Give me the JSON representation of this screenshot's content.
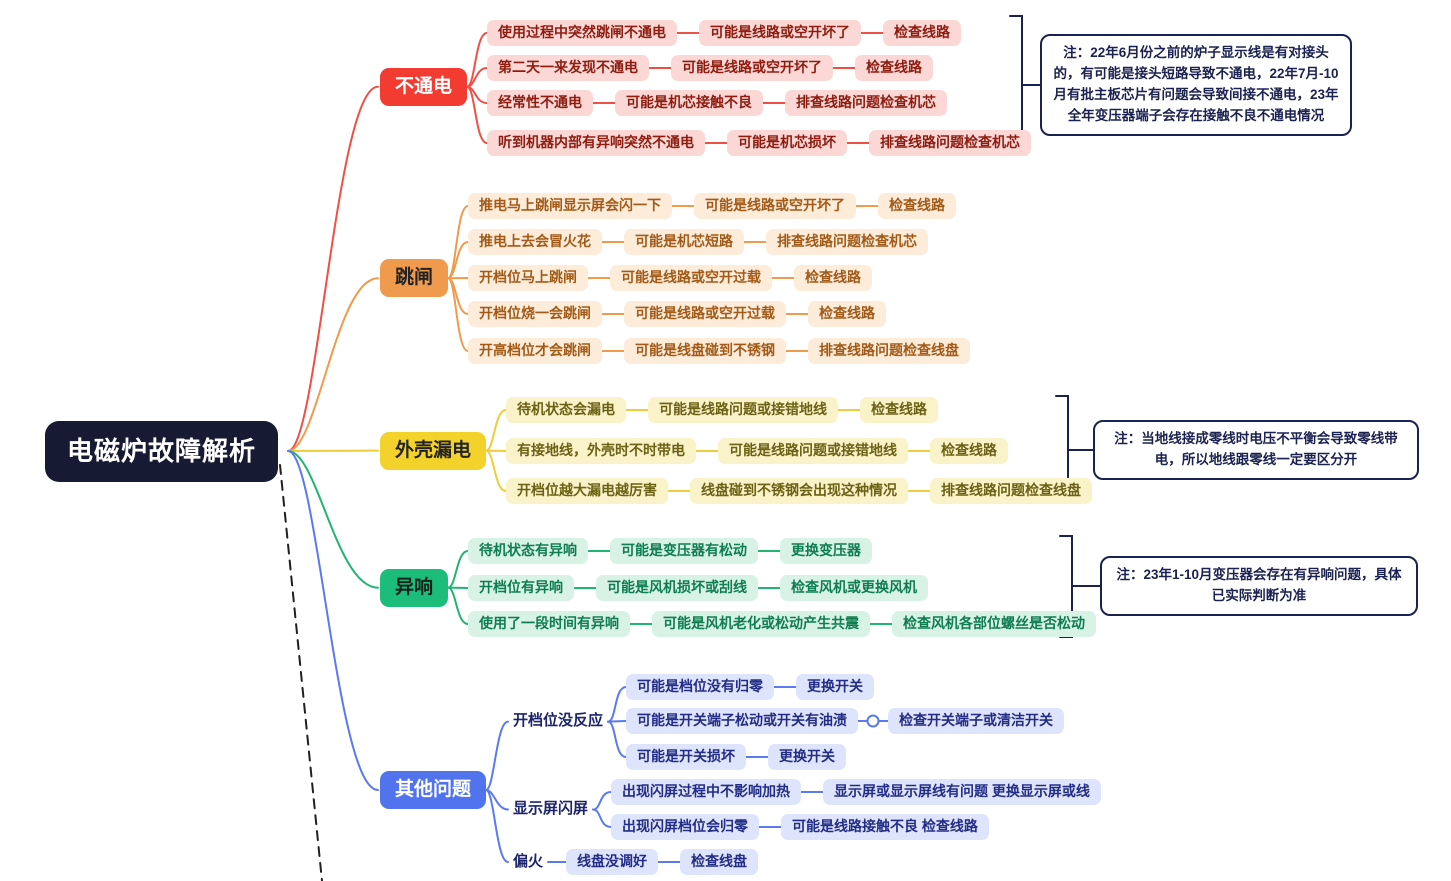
{
  "app": {
    "background": "#ffffff",
    "note_border": "#1b2150",
    "note_text": "#1b2150"
  },
  "root": {
    "label": "电磁炉故障解析",
    "bg": "#161a33",
    "color": "#ffffff"
  },
  "branches": [
    {
      "slug": "no-power",
      "label": "不通电",
      "colors": {
        "main_bg": "#f23b31",
        "main_text": "#ffffff",
        "line": "#ee5046",
        "leaf_bg": "#fbd8d5",
        "leaf_text": "#8e1c10"
      },
      "rows": [
        {
          "chain": [
            "使用过程中突然跳闸不通电",
            "可能是线路或空开坏了",
            "检查线路"
          ]
        },
        {
          "chain": [
            "第二天一来发现不通电",
            "可能是线路或空开坏了",
            "检查线路"
          ]
        },
        {
          "chain": [
            "经常性不通电",
            "可能是机芯接触不良",
            "排查线路问题检查机芯"
          ]
        },
        {
          "chain": [
            "听到机器内部有异响突然不通电",
            "可能是机芯损坏",
            "排查线路问题检查机芯"
          ]
        }
      ],
      "note": "注：22年6月份之前的炉子显示线是有对接头的，有可能是接头短路导致不通电，22年7月-10月有批主板芯片有问题会导致间接不通电，23年全年变压器端子会存在接触不良不通电情况"
    },
    {
      "slug": "trip",
      "label": "跳闸",
      "colors": {
        "main_bg": "#f09a4d",
        "main_text": "#232323",
        "line": "#f09a4d",
        "leaf_bg": "#fdecd9",
        "leaf_text": "#a25a18"
      },
      "rows": [
        {
          "chain": [
            "推电马上跳闸显示屏会闪一下",
            "可能是线路或空开坏了",
            "检查线路"
          ]
        },
        {
          "chain": [
            "推电上去会冒火花",
            "可能是机芯短路",
            "排查线路问题检查机芯"
          ]
        },
        {
          "chain": [
            "开档位马上跳闸",
            "可能是线路或空开过载",
            "检查线路"
          ]
        },
        {
          "chain": [
            "开档位烧一会跳闸",
            "可能是线路或空开过载",
            "检查线路"
          ]
        },
        {
          "chain": [
            "开高档位才会跳闸",
            "可能是线盘碰到不锈钢",
            "排查线路问题检查线盘"
          ]
        }
      ]
    },
    {
      "slug": "shell-leakage",
      "label": "外壳漏电",
      "colors": {
        "main_bg": "#f3d32b",
        "main_text": "#232323",
        "line": "#eecd3a",
        "leaf_bg": "#faf2c8",
        "leaf_text": "#6b6215"
      },
      "rows": [
        {
          "chain": [
            "待机状态会漏电",
            "可能是线路问题或接错地线",
            "检查线路"
          ]
        },
        {
          "chain": [
            "有接地线，外壳时不时带电",
            "可能是线路问题或接错地线",
            "检查线路"
          ]
        },
        {
          "chain": [
            "开档位越大漏电越厉害",
            "线盘碰到不锈钢会出现这种情况",
            "排查线路问题检查线盘"
          ]
        }
      ],
      "note": "注：当地线接成零线时电压不平衡会导致零线带电，所以地线跟零线一定要区分开"
    },
    {
      "slug": "abnormal-noise",
      "label": "异响",
      "colors": {
        "main_bg": "#1cbc7a",
        "main_text": "#14241d",
        "line": "#21b573",
        "leaf_bg": "#d8f3e6",
        "leaf_text": "#0e7d4f"
      },
      "rows": [
        {
          "chain": [
            "待机状态有异响",
            "可能是变压器有松动",
            "更换变压器"
          ]
        },
        {
          "chain": [
            "开档位有异响",
            "可能是风机损坏或刮线",
            "检查风机或更换风机"
          ]
        },
        {
          "chain": [
            "使用了一段时间有异响",
            "可能是风机老化或松动产生共震",
            "检查风机各部位螺丝是否松动"
          ]
        }
      ],
      "note": "注：23年1-10月变压器会存在有异响问题，具体已实际判断为准"
    },
    {
      "slug": "other-issues",
      "label": "其他问题",
      "colors": {
        "main_bg": "#5273ee",
        "main_text": "#ffffff",
        "line": "#5b79f0",
        "leaf_bg": "#dee4fc",
        "leaf_text": "#232d85",
        "sub_text": "#1d246b"
      },
      "subs": [
        {
          "label": "开档位没反应",
          "rows": [
            {
              "chain": [
                "可能是档位没有归零",
                "更换开关"
              ]
            },
            {
              "chain": [
                "可能是开关端子松动或开关有油渍",
                "检查开关端子或清洁开关"
              ],
              "circle": true
            },
            {
              "chain": [
                "可能是开关损坏",
                "更换开关"
              ]
            }
          ]
        },
        {
          "label": "显示屏闪屏",
          "rows": [
            {
              "chain": [
                "出现闪屏过程中不影响加热",
                "显示屏或显示屏线有问题 更换显示屏或线"
              ]
            },
            {
              "chain": [
                "出现闪屏档位会归零",
                "可能是线路接触不良 检查线路"
              ]
            }
          ]
        },
        {
          "label": "偏火",
          "rows": [
            {
              "chain": [
                "线盘没调好",
                "检查线盘"
              ]
            }
          ]
        }
      ]
    }
  ]
}
